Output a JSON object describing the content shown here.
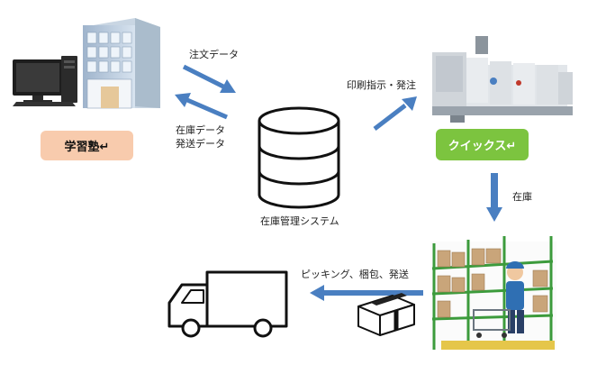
{
  "diagram": {
    "title": "",
    "nodes": {
      "school": {
        "label": "学習塾↵",
        "color": "#f8cbad"
      },
      "quicks": {
        "label": "クイックス↵",
        "color": "#7cc43f"
      },
      "system": {
        "label": "在庫管理システム"
      }
    },
    "edges": {
      "order_data": "注文データ",
      "stock_data": "在庫データ",
      "shipping_data": "発送データ",
      "print_instruction": "印刷指示・発注",
      "inventory": "在庫",
      "picking": "ピッキング、梱包、発送"
    },
    "arrow_color": "#4a7fc1",
    "icons": [
      "computer-icon",
      "building-icon",
      "database-icon",
      "printing-press-icon",
      "warehouse-worker-icon",
      "package-box-icon",
      "delivery-truck-icon"
    ]
  }
}
